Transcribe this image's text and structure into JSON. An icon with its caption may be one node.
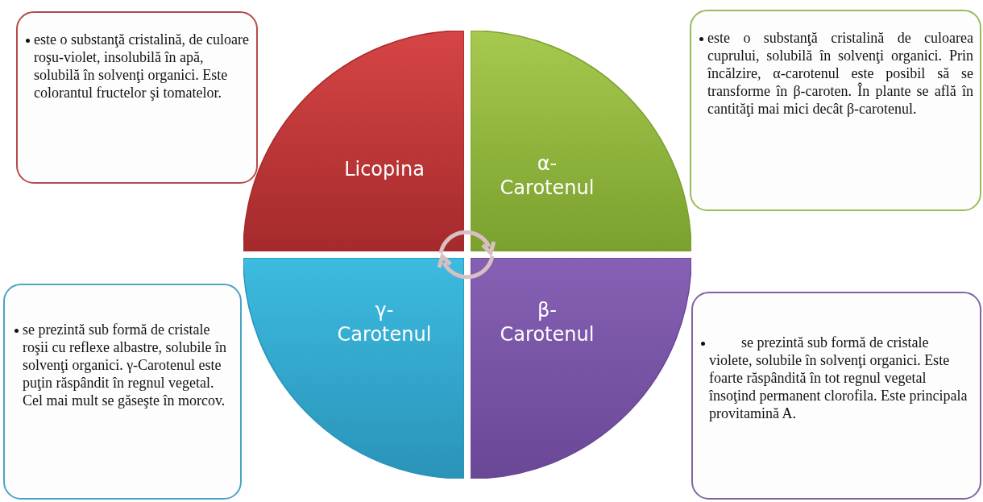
{
  "diagram": {
    "nodes": [
      {
        "text": [
          "este o substanţă cristalină, de culoare roşu-violet, insolubilă în apă, solubilă în solvenţi organici. Este colorantul fructelor şi tomatelor."
        ]
      },
      {
        "text": [
          "Licopina"
        ]
      },
      {
        "text": [
          "α- Carotenul"
        ]
      },
      {
        "text": [
          "este o substanţă cristalină de culoarea cuprului, solubilă în solvenţi organici. Prin încălzire, α-carotenul este posibil să se transforme în β-caroten. În plante se află în cantităţi mai mici decât β-carotenul."
        ]
      },
      {
        "text": [
          "se prezintă sub formă de cristale roşii cu reflexe albastre, solubile în solvenţi organici. γ-Carotenul este puţin răspândit în regnul vegetal. Cel mai mult se găseşte în morcov."
        ]
      },
      {
        "text": [
          "γ- Carotenul"
        ]
      },
      {
        "text": [
          "β- Carotenul"
        ]
      },
      {
        "text": [
          "se prezintă sub formă de cristale violete, solubile în solvenţi organici. Este foarte răspândită în tot regnul vegetal însoţind permanent clorofila. Este principala provitamină A."
        ]
      }
    ]
  }
}
